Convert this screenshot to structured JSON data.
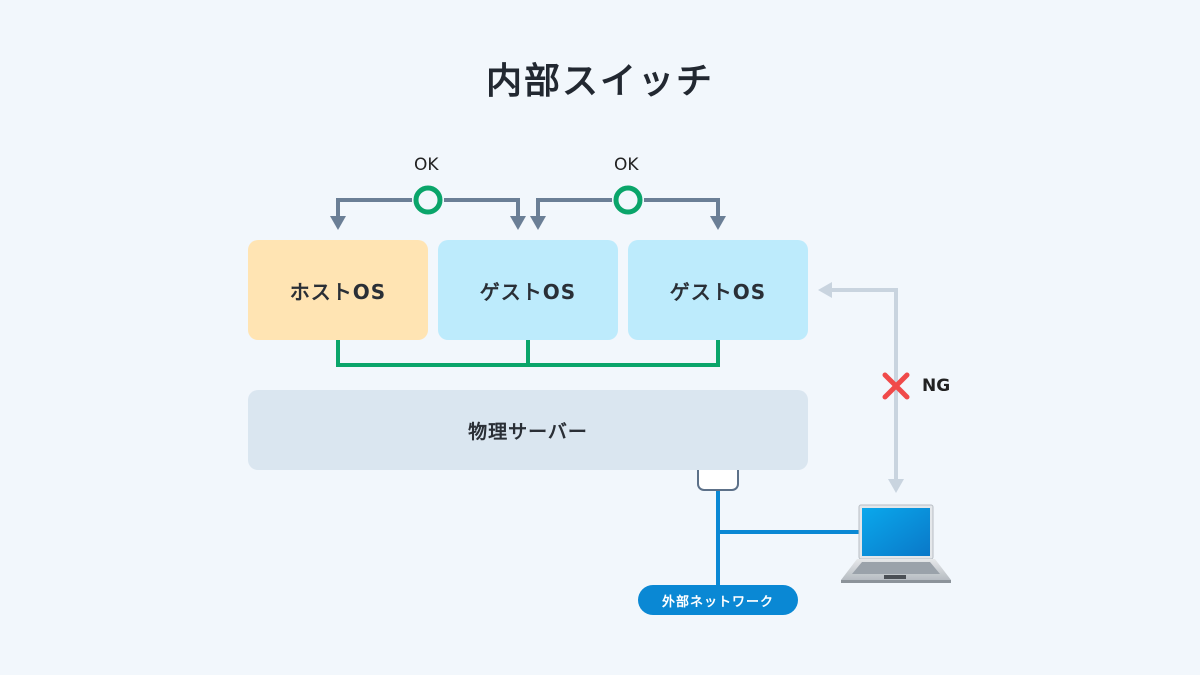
{
  "title": "内部スイッチ",
  "nodes": {
    "host_os": "ホストOS",
    "guest_os_1": "ゲストOS",
    "guest_os_2": "ゲストOS",
    "physical_server": "物理サーバー",
    "external_network": "外部ネットワーク"
  },
  "connections": [
    {
      "from": "ホストOS",
      "to": "ゲストOS",
      "status": "OK",
      "symbol": "circle"
    },
    {
      "from": "ゲストOS",
      "to": "ゲストOS",
      "status": "OK",
      "symbol": "circle"
    },
    {
      "from": "ゲストOS",
      "to": "外部PC",
      "status": "NG",
      "symbol": "cross"
    }
  ],
  "labels": {
    "ok_1": "OK",
    "ok_2": "OK",
    "ng": "NG"
  },
  "colors": {
    "ok_green": "#0aa56a",
    "ng_red": "#f04a4a",
    "arrow_gray": "#6b7f96",
    "ng_arrow": "#c9d4df",
    "network_blue": "#0a88d4",
    "host_fill": "#ffe4b3",
    "guest_fill": "#bdebfc",
    "server_fill": "#dae6f0"
  }
}
